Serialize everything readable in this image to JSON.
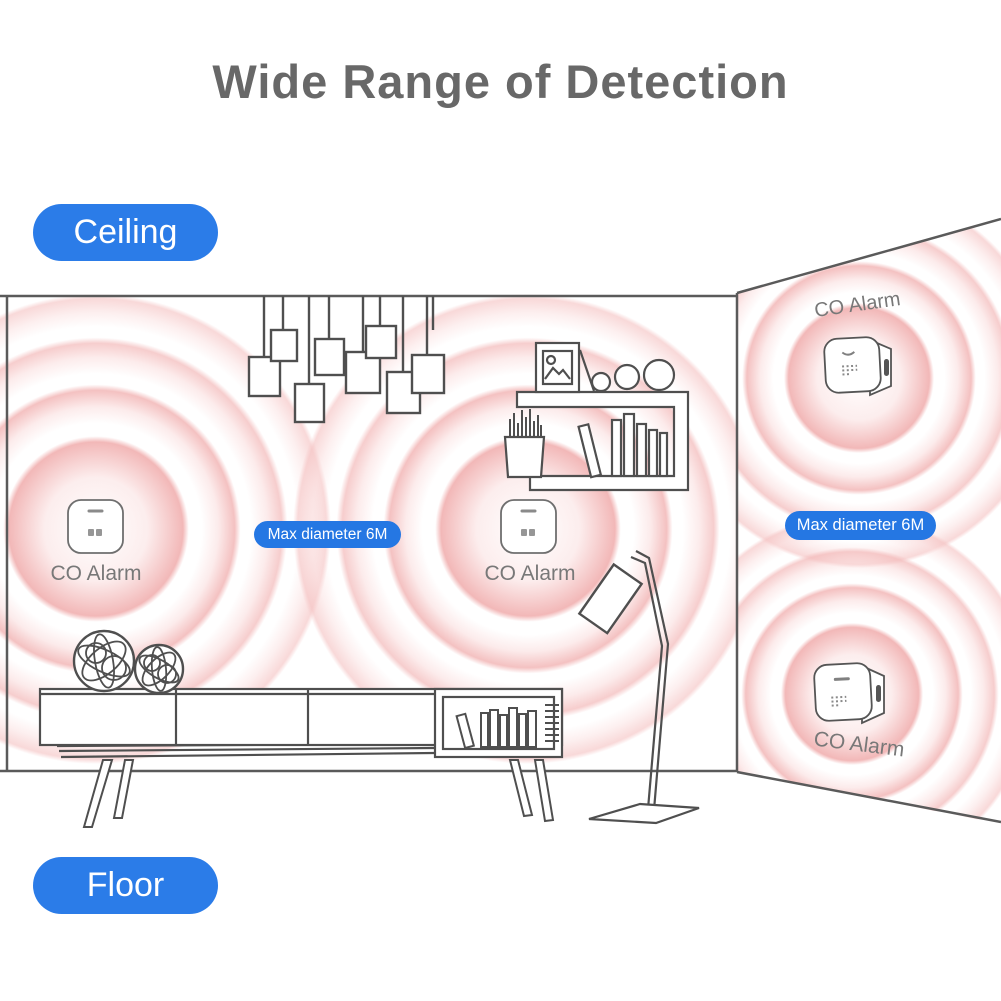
{
  "title": "Wide Range of Detection",
  "position_labels": {
    "ceiling": "Ceiling",
    "floor": "Floor"
  },
  "range_labels": {
    "room": "Max diameter 6M",
    "wall": "Max diameter 6M"
  },
  "device_labels": {
    "room_left": "CO Alarm",
    "room_middle": "CO Alarm",
    "wall_top": "CO Alarm",
    "wall_bottom": "CO Alarm"
  },
  "colors": {
    "accent_blue": "#2b7ce8",
    "badge_blue": "#2577e3",
    "wave_pink": "#efa6a6",
    "line_gray": "#4f4f4f",
    "title_gray": "#686868",
    "label_gray": "#787878"
  }
}
